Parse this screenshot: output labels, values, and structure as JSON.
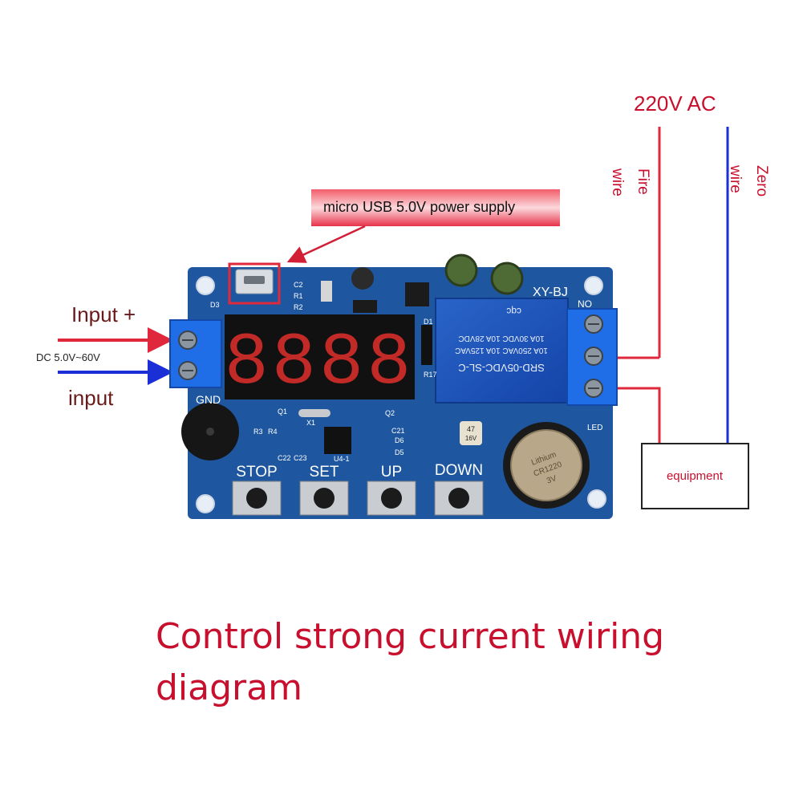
{
  "labels": {
    "ac_source": "220V AC",
    "fire_wire": "Fire wire",
    "zero_wire": "Zero wire",
    "usb_callout": "micro USB 5.0V power supply",
    "input_plus": "Input +",
    "dc_range": "DC 5.0V~60V",
    "input_minus": "input",
    "equipment": "equipment"
  },
  "board": {
    "model": "XY-BJ",
    "gnd": "GND",
    "no": "NO",
    "led": "LED",
    "display": "8888",
    "buttons": [
      "STOP",
      "SET",
      "UP",
      "DOWN"
    ],
    "relay_lines": [
      "SRD-05VDC-SL-C",
      "10A 250VAC  10A 125VAC",
      "10A 30VDC  10A 28VDC"
    ],
    "relay_mark": "cqc",
    "battery": [
      "Lithium",
      "CR1220",
      "3V"
    ],
    "capacitor": [
      "47",
      "16V"
    ],
    "silk": [
      "D3",
      "C2",
      "R1",
      "R2",
      "D1",
      "R17",
      "Q1",
      "Q2",
      "X1",
      "R3",
      "R4",
      "C21",
      "D6",
      "D5",
      "U4-1",
      "C22",
      "C23"
    ]
  },
  "colors": {
    "red_wire": "#e0283c",
    "blue_wire": "#1a2fd6",
    "pcb": "#1e57a0",
    "label_red": "#c8102e"
  },
  "caption": "Control strong current wiring diagram"
}
